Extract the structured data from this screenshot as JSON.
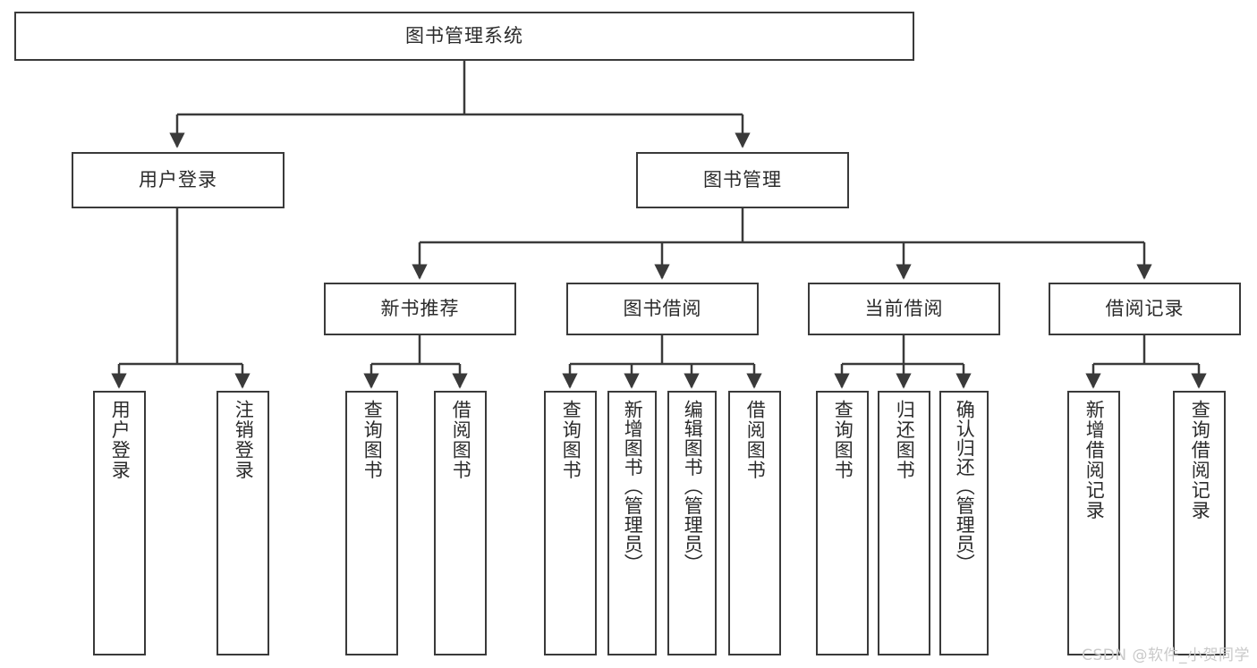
{
  "diagram": {
    "type": "hierarchy-tree",
    "title": "图书管理系统",
    "watermark": "CSDN @软件_小贺同学",
    "colors": {
      "background": "#ffffff",
      "stroke": "#3a3a3a",
      "text": "#2b2b2b",
      "watermark": "#c9c9c9"
    },
    "nodes": {
      "root": {
        "label": "图书管理系统",
        "level": 0,
        "orientation": "horizontal"
      },
      "l1a": {
        "label": "用户登录",
        "level": 1,
        "orientation": "horizontal"
      },
      "l1b": {
        "label": "图书管理",
        "level": 1,
        "orientation": "horizontal"
      },
      "l2a": {
        "label": "新书推荐",
        "level": 2,
        "orientation": "horizontal"
      },
      "l2b": {
        "label": "图书借阅",
        "level": 2,
        "orientation": "horizontal"
      },
      "l2c": {
        "label": "当前借阅",
        "level": 2,
        "orientation": "horizontal"
      },
      "l2d": {
        "label": "借阅记录",
        "level": 2,
        "orientation": "horizontal"
      },
      "leaf01": {
        "label": "用户登录",
        "level": 3,
        "orientation": "vertical"
      },
      "leaf02": {
        "label": "注销登录",
        "level": 3,
        "orientation": "vertical"
      },
      "leaf03": {
        "label": "查询图书",
        "level": 3,
        "orientation": "vertical"
      },
      "leaf04": {
        "label": "借阅图书",
        "level": 3,
        "orientation": "vertical"
      },
      "leaf05": {
        "label": "查询图书",
        "level": 3,
        "orientation": "vertical"
      },
      "leaf06": {
        "label": "新增图书（管理员）",
        "level": 3,
        "orientation": "vertical"
      },
      "leaf07": {
        "label": "编辑图书（管理员）",
        "level": 3,
        "orientation": "vertical"
      },
      "leaf08": {
        "label": "借阅图书",
        "level": 3,
        "orientation": "vertical"
      },
      "leaf09": {
        "label": "查询图书",
        "level": 3,
        "orientation": "vertical"
      },
      "leaf10": {
        "label": "归还图书",
        "level": 3,
        "orientation": "vertical"
      },
      "leaf11": {
        "label": "确认归还（管理员）",
        "level": 3,
        "orientation": "vertical"
      },
      "leaf12": {
        "label": "新增借阅记录",
        "level": 3,
        "orientation": "vertical"
      },
      "leaf13": {
        "label": "查询借阅记录",
        "level": 3,
        "orientation": "vertical"
      }
    },
    "edges": [
      {
        "from": "root",
        "to": "l1a"
      },
      {
        "from": "root",
        "to": "l1b"
      },
      {
        "from": "l1a",
        "to": "leaf01"
      },
      {
        "from": "l1a",
        "to": "leaf02"
      },
      {
        "from": "l1b",
        "to": "l2a"
      },
      {
        "from": "l1b",
        "to": "l2b"
      },
      {
        "from": "l1b",
        "to": "l2c"
      },
      {
        "from": "l1b",
        "to": "l2d"
      },
      {
        "from": "l2a",
        "to": "leaf03"
      },
      {
        "from": "l2a",
        "to": "leaf04"
      },
      {
        "from": "l2b",
        "to": "leaf05"
      },
      {
        "from": "l2b",
        "to": "leaf06"
      },
      {
        "from": "l2b",
        "to": "leaf07"
      },
      {
        "from": "l2b",
        "to": "leaf08"
      },
      {
        "from": "l2c",
        "to": "leaf09"
      },
      {
        "from": "l2c",
        "to": "leaf10"
      },
      {
        "from": "l2c",
        "to": "leaf11"
      },
      {
        "from": "l2d",
        "to": "leaf12"
      },
      {
        "from": "l2d",
        "to": "leaf13"
      }
    ]
  }
}
